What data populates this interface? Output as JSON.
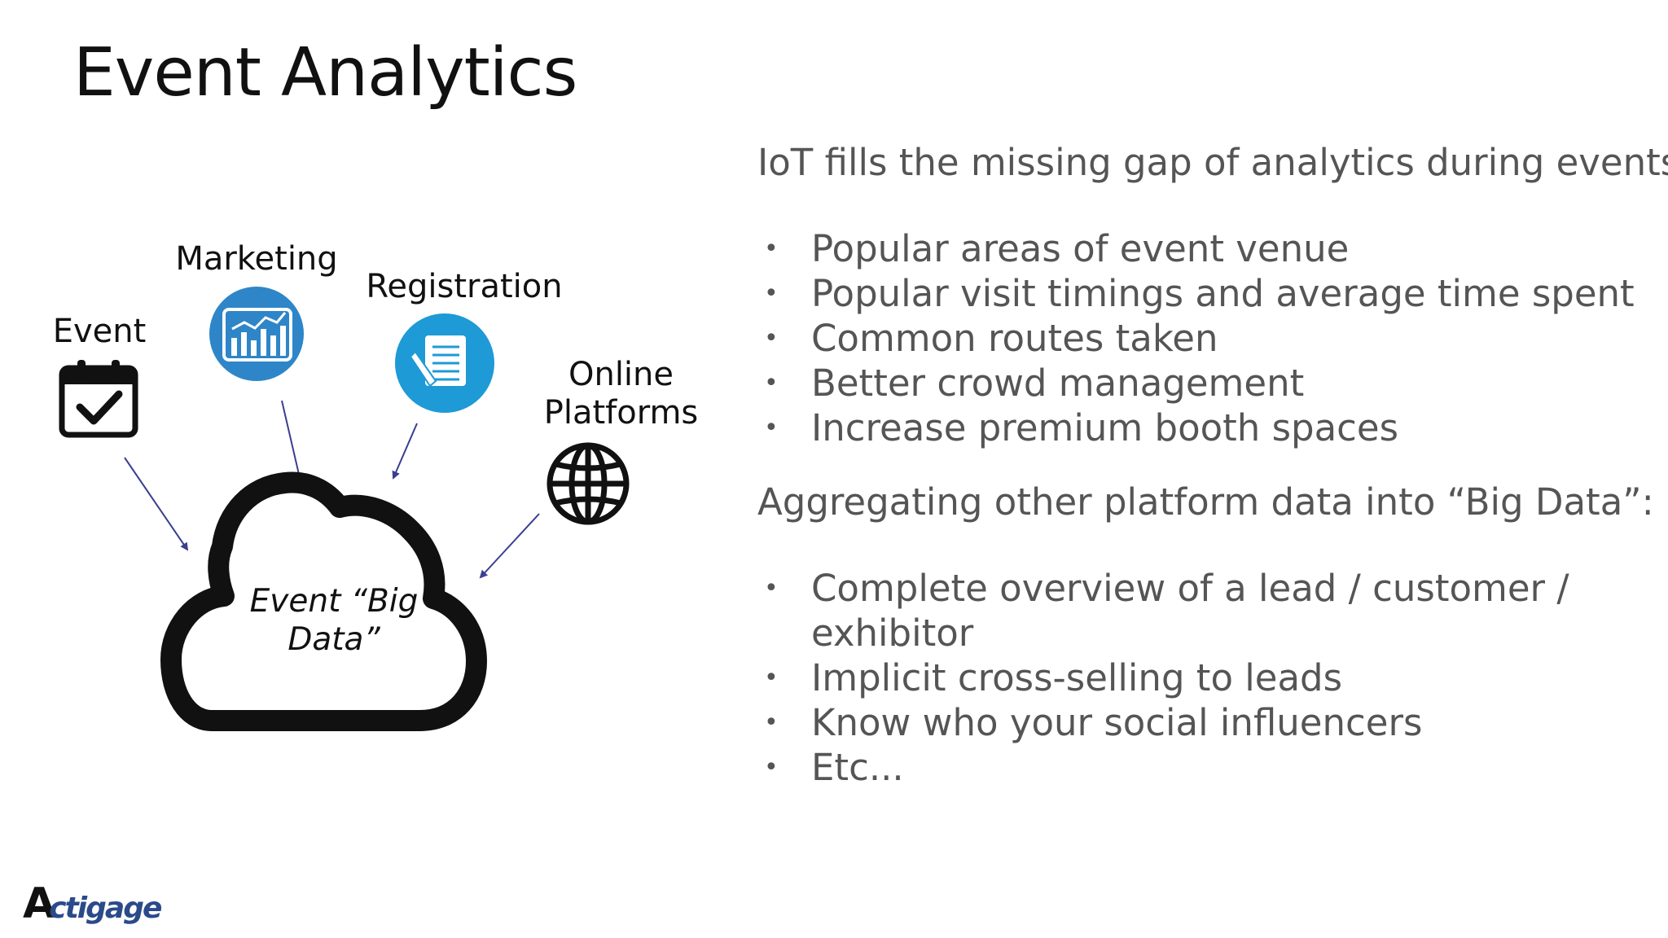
{
  "slide": {
    "title": "Event Analytics"
  },
  "diagram": {
    "labels": {
      "event": "Event",
      "marketing": "Marketing",
      "registration": "Registration",
      "online_platforms_line1": "Online",
      "online_platforms_line2": "Platforms"
    },
    "cloud_line1": "Event “Big",
    "cloud_line2": "Data”",
    "icons": [
      "calendar-check-icon",
      "analytics-chart-icon",
      "document-edit-icon",
      "globe-icon",
      "cloud-icon"
    ],
    "colors": {
      "arrow": "#3a3f8f",
      "icon_blue": "#1e9ad6",
      "icon_blue_dark": "#2e86c8"
    }
  },
  "content": {
    "heading1": "IoT fills the missing gap of analytics during events:",
    "bullets1": [
      "Popular areas of event venue",
      "Popular visit timings and average time spent",
      "Common routes taken",
      "Better crowd management",
      "Increase premium booth spaces"
    ],
    "heading2": "Aggregating other platform data into “Big Data”:",
    "bullets2": [
      "Complete overview of a lead / customer /",
      "exhibitor",
      "Implicit cross-selling to leads",
      "Know who your social influencers",
      "Etc..."
    ],
    "bullet_symbol": "•"
  },
  "logo": {
    "text_a": "A",
    "text_rest": "ctigage"
  }
}
